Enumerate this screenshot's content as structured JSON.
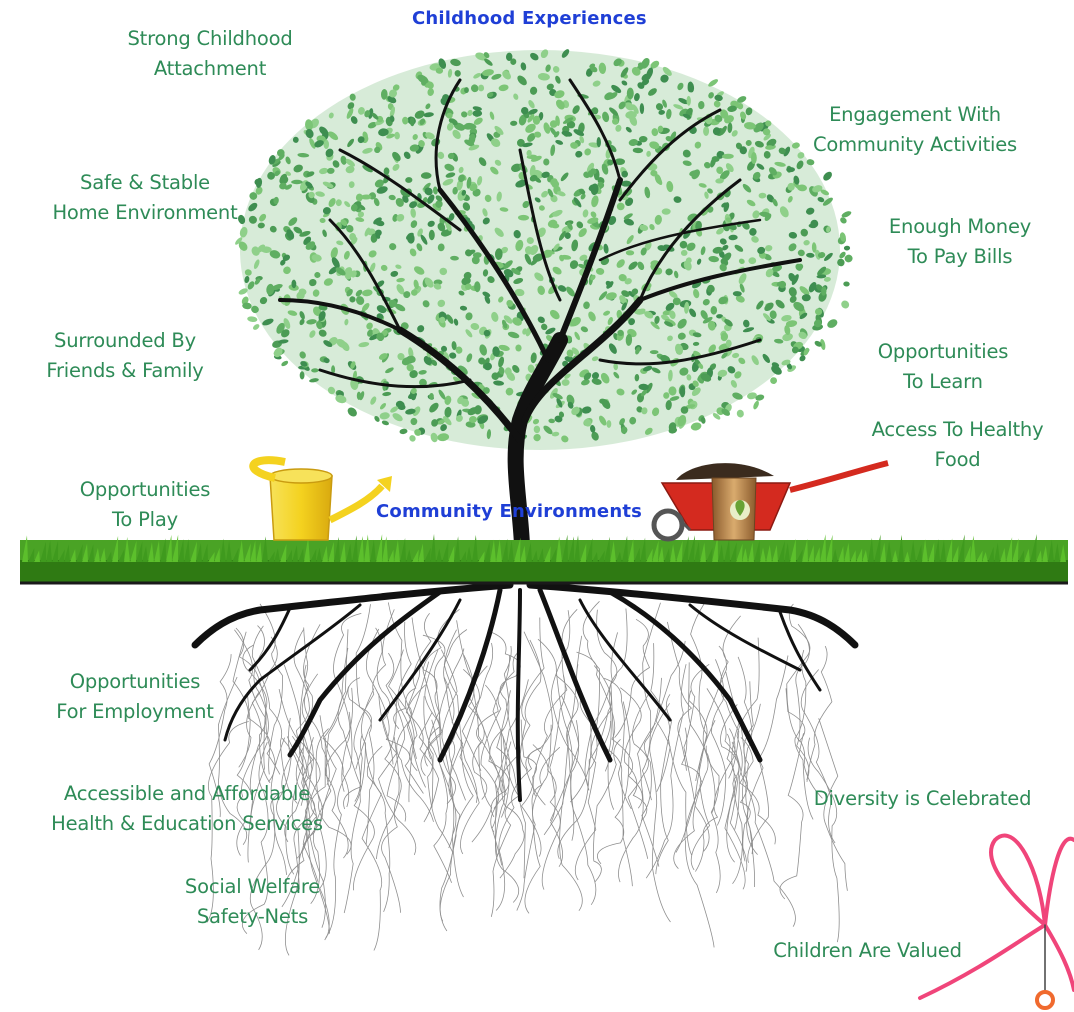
{
  "headings": {
    "top": "Childhood Experiences",
    "middle": "Community Environments"
  },
  "above_ground": [
    {
      "line1": "Strong Childhood",
      "line2": "Attachment"
    },
    {
      "line1": "Safe & Stable",
      "line2": "Home Environment"
    },
    {
      "line1": "Surrounded By",
      "line2": "Friends & Family"
    },
    {
      "line1": "Opportunities",
      "line2": "To Play"
    },
    {
      "line1": "Engagement With",
      "line2": "Community Activities"
    },
    {
      "line1": "Enough Money",
      "line2": "To Pay Bills"
    },
    {
      "line1": "Opportunities",
      "line2": "To Learn"
    },
    {
      "line1": "Access To Healthy",
      "line2": "Food"
    }
  ],
  "below_ground": [
    {
      "line1": "Opportunities",
      "line2": "For Employment"
    },
    {
      "line1": "Accessible and Affordable",
      "line2": "Health & Education Services"
    },
    {
      "line1": "Social Welfare",
      "line2": "Safety-Nets"
    },
    {
      "line1": "Diversity is Celebrated"
    },
    {
      "line1": "Children Are Valued"
    }
  ],
  "colors": {
    "label_text": "#2e8b57",
    "heading_text": "#1f3fd6",
    "leaf_light": "#7cc576",
    "leaf_dark": "#3e8e50",
    "trunk": "#111111",
    "grass": "#3f9a1e",
    "watering_can": "#f4d21f",
    "wheelbarrow": "#d42a1f",
    "ribbon": "#f0457a"
  },
  "icons": [
    "tree-icon",
    "roots-icon",
    "watering-can-icon",
    "wheelbarrow-icon",
    "ribbon-icon",
    "grass-icon"
  ]
}
